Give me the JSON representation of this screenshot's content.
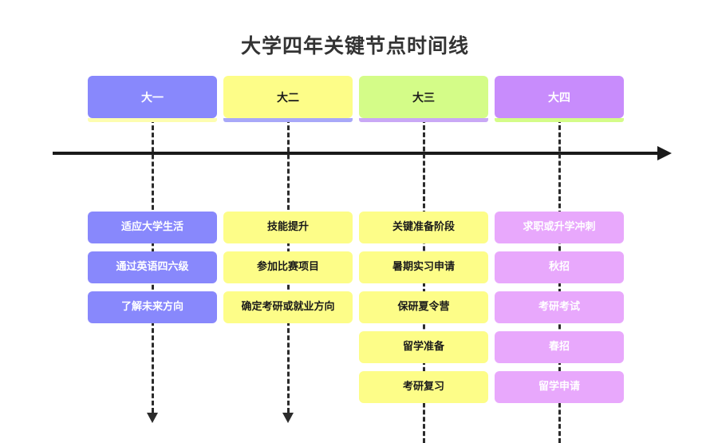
{
  "title": "大学四年关键节点时间线",
  "axis": {
    "line_color": "#1a1a1a",
    "arrow_name": "timeline-arrow-right"
  },
  "columns": [
    {
      "id": "year-1",
      "label": "大一",
      "fill": "#8888fc",
      "text_color": "#ffffff",
      "shadow": "#fdfdb0",
      "connector_end": 530,
      "connector_has_arrow": true,
      "items": [
        {
          "label": "适应大学生活"
        },
        {
          "label": "通过英语四六级"
        },
        {
          "label": "了解未来方向"
        }
      ]
    },
    {
      "id": "year-2",
      "label": "大二",
      "fill": "#fdfd88",
      "text_color": "#1a1a1a",
      "shadow": "#a8a8f8",
      "connector_end": 530,
      "connector_has_arrow": true,
      "items": [
        {
          "label": "技能提升"
        },
        {
          "label": "参加比赛项目"
        },
        {
          "label": "确定考研或就业方向"
        }
      ]
    },
    {
      "id": "year-3",
      "label": "大三",
      "fill": "#d4fc88",
      "text_color": "#1a1a1a",
      "shadow": "#c9a8f5",
      "connector_end": 555,
      "connector_has_arrow": false,
      "items": [
        {
          "label": "关键准备阶段",
          "fill": "#fdfd88",
          "text_color": "#1a1a1a",
          "shadow": "#f0c8f8"
        },
        {
          "label": "暑期实习申请",
          "fill": "#fdfd88",
          "text_color": "#1a1a1a",
          "shadow": "#f0c8f8"
        },
        {
          "label": "保研夏令营",
          "fill": "#fdfd88",
          "text_color": "#1a1a1a",
          "shadow": "#f0c8f8"
        },
        {
          "label": "留学准备",
          "fill": "#fdfd88",
          "text_color": "#1a1a1a",
          "shadow": "#f0c8f8"
        },
        {
          "label": "考研复习",
          "fill": "#fdfd88",
          "text_color": "#1a1a1a",
          "shadow": "#f0c8f8"
        }
      ]
    },
    {
      "id": "year-4",
      "label": "大四",
      "fill": "#c88cfc",
      "text_color": "#ffffff",
      "shadow": "#d4fc88",
      "connector_end": 555,
      "connector_has_arrow": false,
      "items": [
        {
          "label": "求职或升学冲刺",
          "fill": "#e8a8fc",
          "text_color": "#ffffff",
          "shadow": "#fdfdc0"
        },
        {
          "label": "秋招",
          "fill": "#e8a8fc",
          "text_color": "#ffffff",
          "shadow": "#fdfdc0"
        },
        {
          "label": "考研考试",
          "fill": "#e8a8fc",
          "text_color": "#ffffff",
          "shadow": "#fdfdc0"
        },
        {
          "label": "春招",
          "fill": "#e8a8fc",
          "text_color": "#ffffff",
          "shadow": "#fdfdc0"
        },
        {
          "label": "留学申请",
          "fill": "#e8a8fc",
          "text_color": "#ffffff",
          "shadow": "#fdfdc0"
        }
      ]
    }
  ]
}
